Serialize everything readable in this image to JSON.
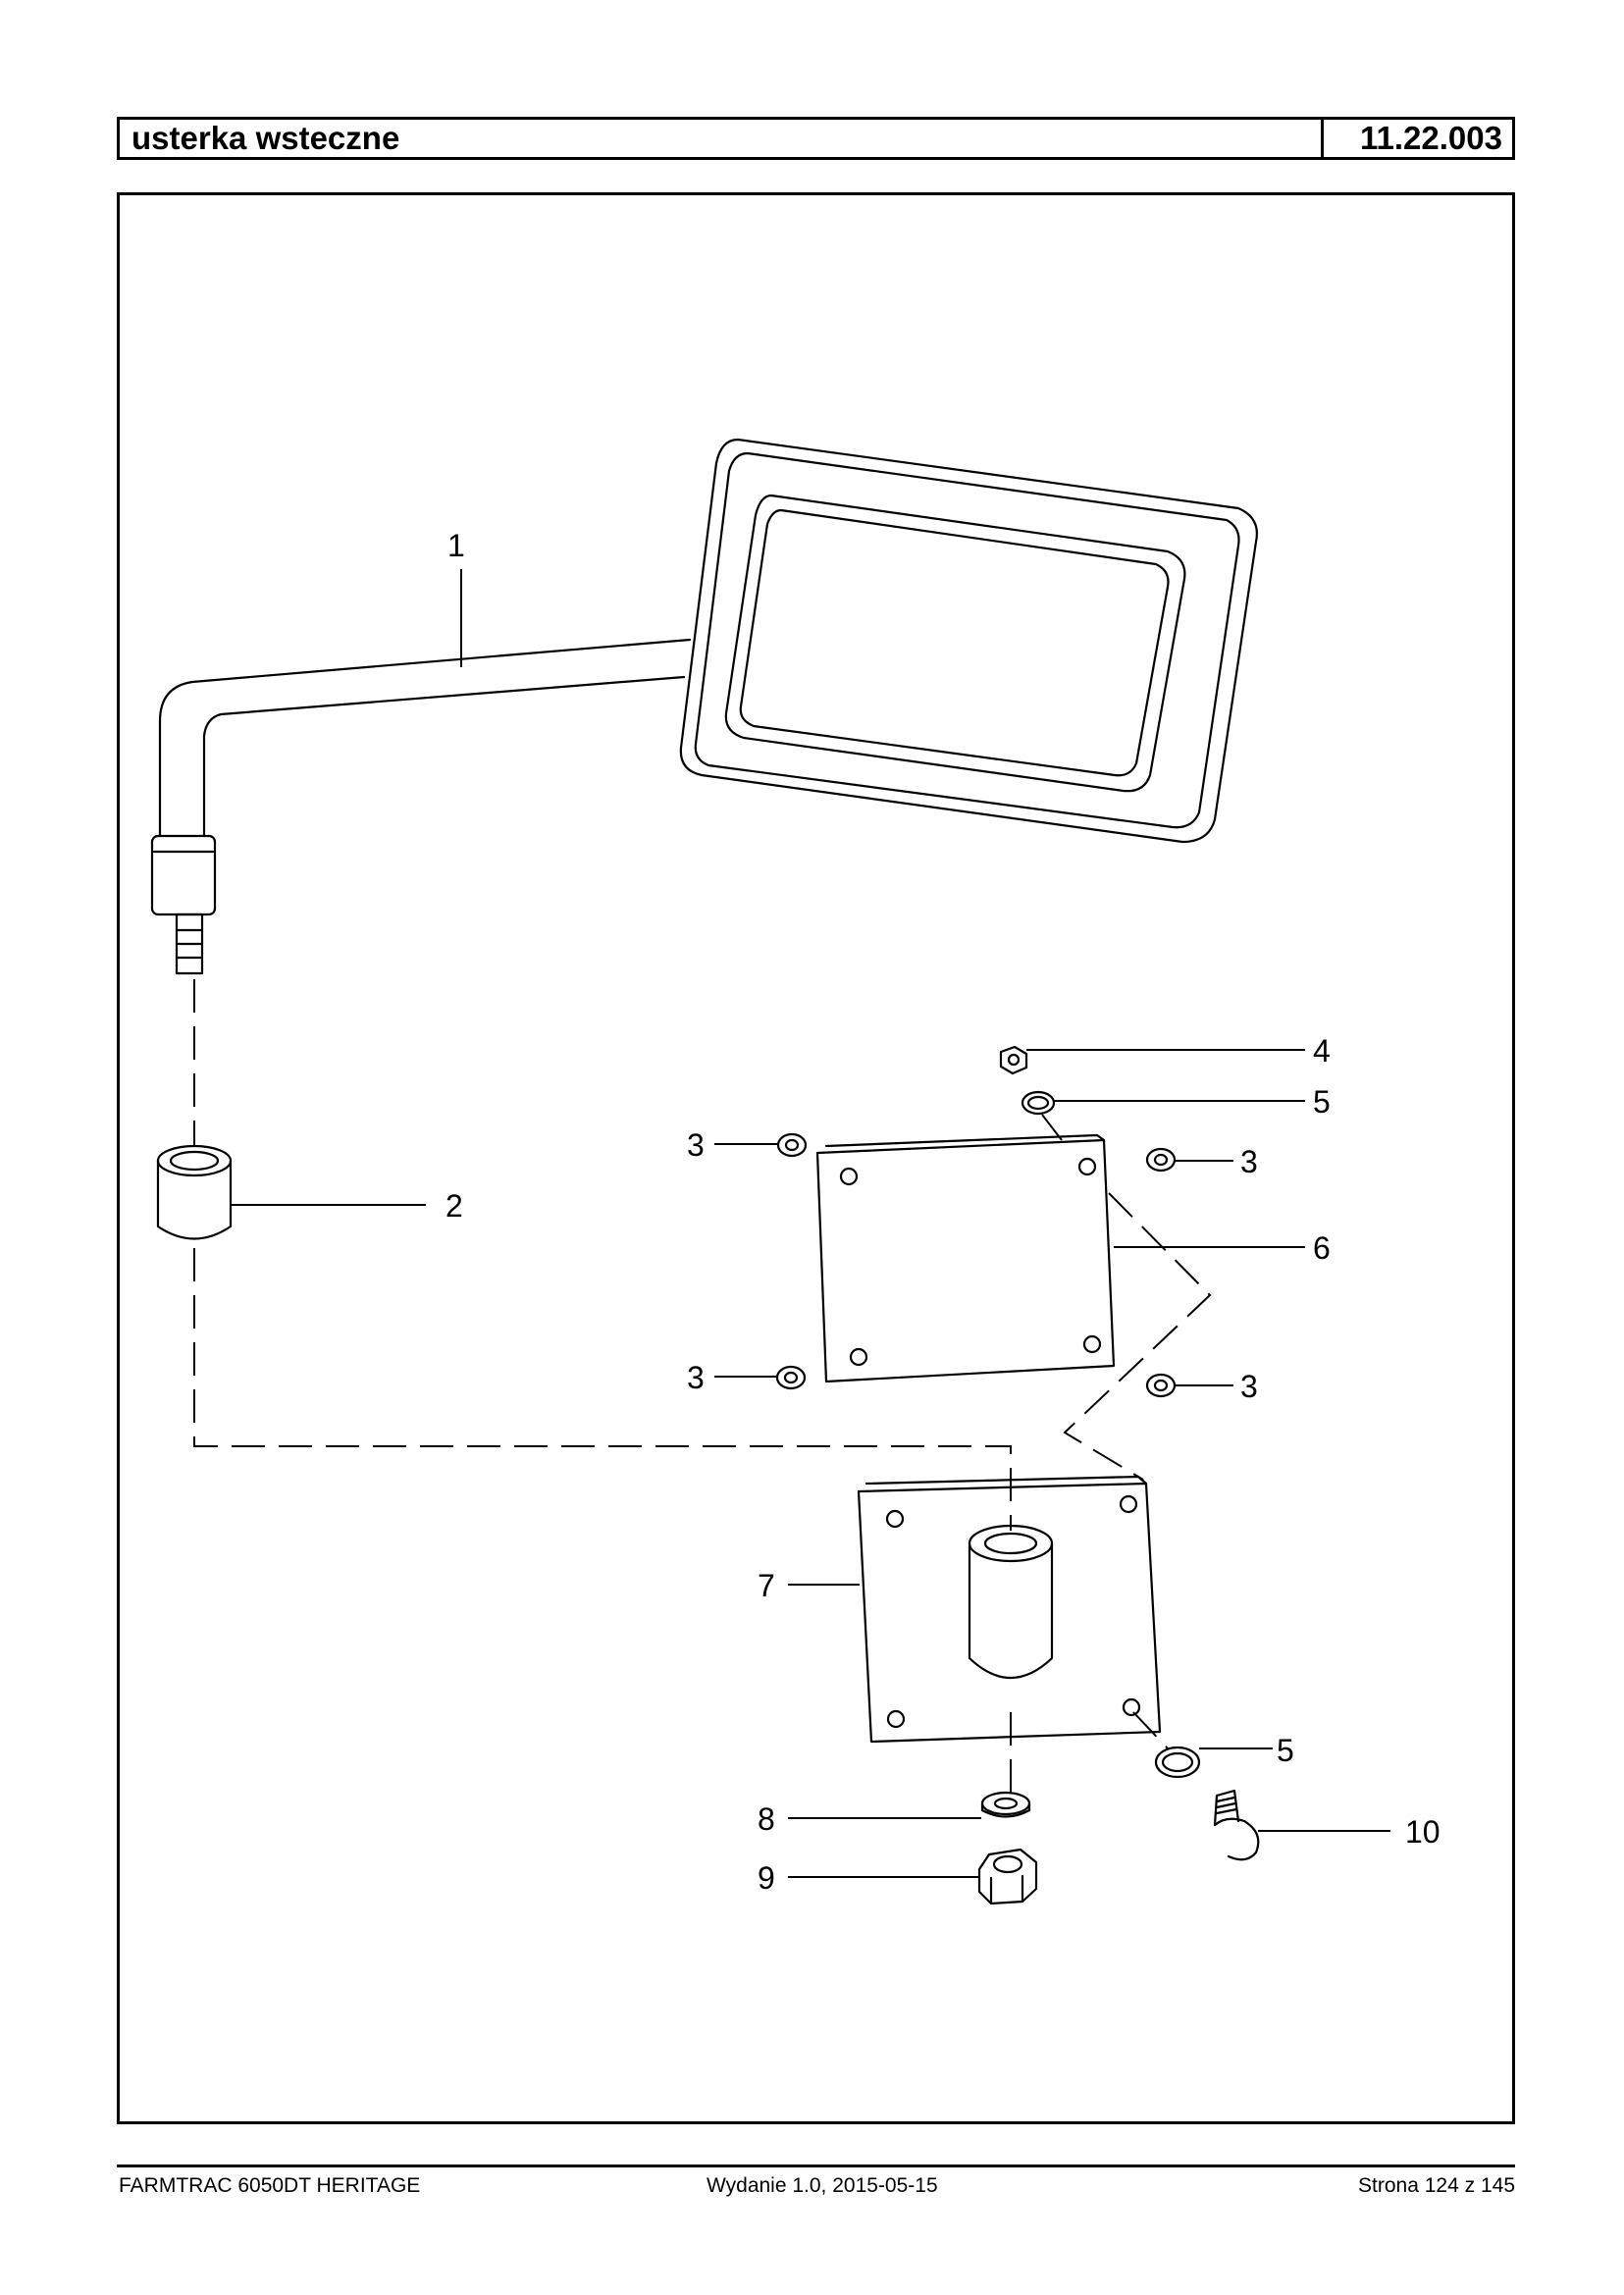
{
  "header": {
    "title": "usterka wsteczne",
    "code": "11.22.003"
  },
  "diagram": {
    "callouts": [
      "1",
      "2",
      "3",
      "3",
      "3",
      "3",
      "4",
      "5",
      "5",
      "6",
      "7",
      "8",
      "9",
      "10"
    ]
  },
  "footer": {
    "left": "FARMTRAC 6050DT HERITAGE",
    "center": "Wydanie 1.0,  2015-05-15",
    "right": "Strona 124 z 145"
  }
}
